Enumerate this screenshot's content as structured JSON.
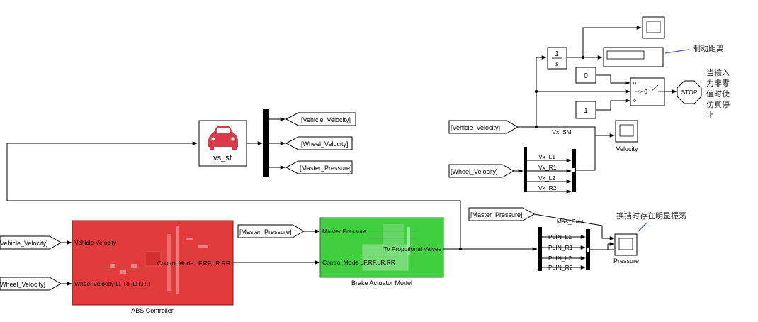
{
  "goto_tags": {
    "vehicle_velocity": "[Vehicle_Velocity]",
    "wheel_velocity": "[Wheel_Velocity]",
    "master_pressure": "[Master_Pressure]"
  },
  "from_tags": {
    "vehicle_velocity_left": "Vehicle_Velocity]",
    "wheel_velocity_left": "Wheel_Velocity]",
    "master_pressure": "[Master_Pressure]",
    "vehicle_velocity_right": "[Vehicle_Velocity]",
    "wheel_velocity_right": "[Wheel_Velocity]",
    "master_pressure_right": "[Master_Pressure]"
  },
  "vehicle_block": {
    "label": "vs_sf"
  },
  "abs_controller": {
    "name": "ABS Controller",
    "in1": "Vehicle Velocity",
    "in2": "Wheel Velocity LF,RF,LR,RR",
    "out1": "Control Mode LF,RF,LR,RR",
    "color": "#e23b3b"
  },
  "brake_actuator": {
    "name": "Brake Actuator Model",
    "in1": "Master Pressure",
    "in2": "Control Mode LF,RF,LR,RR",
    "out1": "To Propotional Valves",
    "color": "#3fcf3f"
  },
  "integrator": {
    "numerator": "1",
    "denominator": "s"
  },
  "constants": {
    "zero": "0",
    "one": "1"
  },
  "switch": {
    "label": "> 0"
  },
  "stop": {
    "label": "STOP"
  },
  "velocity_scope": {
    "label": "Velocity"
  },
  "pressure_scope": {
    "label": "Pressure"
  },
  "signals": {
    "vx_sm": "Vx_SM",
    "mas_pres": "Mas_Pres",
    "vx": [
      "Vx_L1",
      "Vx_R1",
      "Vx_L2",
      "Vx_R2"
    ],
    "plin": [
      "PLIN_L1",
      "PLIN_R1",
      "PLIN_L2",
      "PLIN_R2"
    ]
  },
  "notes": {
    "braking_distance": "制动距离",
    "stop_note": [
      "当输入",
      "为非零",
      "值时使",
      "仿真停",
      "止"
    ],
    "oscillation": "换挡时存在明显振荡"
  },
  "colors": {
    "note_stroke": "#4a5aa8"
  }
}
